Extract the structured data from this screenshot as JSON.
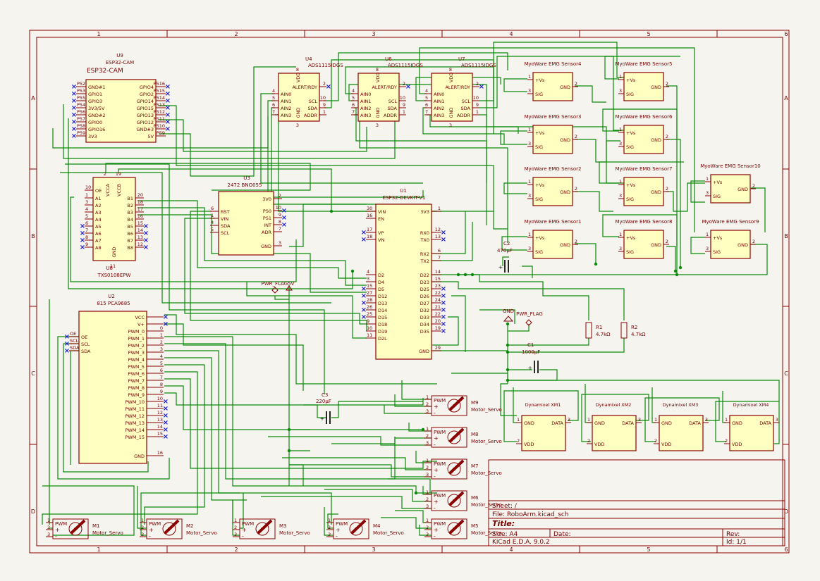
{
  "colors": {
    "frame": "#8b0000",
    "wire": "#0a8a0a",
    "body": "#ffffc2",
    "pin": "#8b0000",
    "nc": "#1a1ad0",
    "text": "#7a0000",
    "title_blue": "#0a0a8a"
  },
  "border": {
    "cols": [
      "1",
      "2",
      "3",
      "4",
      "5",
      "6"
    ],
    "rows": [
      "A",
      "B",
      "C",
      "D"
    ]
  },
  "u9": {
    "ref": "U9",
    "value": "ESP32-CAM",
    "title": "ESP32-CAM",
    "left_pins": [
      [
        "P52",
        "GND#1"
      ],
      [
        "P53",
        "GPIO1"
      ],
      [
        "P55",
        "GPIO3"
      ],
      [
        "P54",
        "3V3/5V"
      ],
      [
        "P56",
        "GND#2"
      ],
      [
        "P57",
        "GPIO0"
      ],
      [
        "P58",
        "GPIO16"
      ],
      [
        "P59",
        "3V3"
      ]
    ],
    "right_pins": [
      [
        "P516",
        "GPIO4"
      ],
      [
        "P515",
        "GPIO2"
      ],
      [
        "P514",
        "GPIO14"
      ],
      [
        "P513",
        "GPIO15"
      ],
      [
        "P512",
        "GPIO13"
      ],
      [
        "P511",
        "GPIO12"
      ],
      [
        "P510",
        "GND#3"
      ],
      [
        "P59",
        "5V"
      ]
    ]
  },
  "u8": {
    "ref": "U8",
    "value": "TXS0108EPW",
    "top_left": "VCCA",
    "top_right": "VCCB",
    "oe": "OE",
    "gnd": "GND",
    "a": [
      "A1",
      "A2",
      "A3",
      "A4",
      "A5",
      "A6",
      "A7",
      "A8"
    ],
    "b": [
      "B1",
      "B2",
      "B3",
      "B4",
      "B5",
      "B6",
      "B7",
      "B8"
    ],
    "pin_a": [
      "1",
      "3",
      "4",
      "5",
      "6",
      "7",
      "8",
      "9"
    ],
    "pin_b": [
      "20",
      "18",
      "17",
      "16",
      "15",
      "14",
      "13",
      "12"
    ],
    "pin_oe": "10",
    "pin_vcca": "2",
    "pin_vccb": "19",
    "pin_gnd": "11"
  },
  "u3": {
    "ref": "U3",
    "value": "2472 BNO055",
    "left": [
      [
        "6",
        "RST"
      ],
      [
        "1",
        "VIN"
      ],
      [
        "4",
        "SDA"
      ],
      [
        "5",
        "SCL"
      ]
    ],
    "right": [
      [
        "2",
        "3V0"
      ],
      [
        "10",
        "PS0"
      ],
      [
        "9",
        "PS1"
      ],
      [
        "8",
        "INT"
      ],
      [
        "7",
        "ADR"
      ],
      [
        "3",
        "GND"
      ]
    ]
  },
  "ads": [
    {
      "ref": "U4",
      "value": "ADS1115IDGS"
    },
    {
      "ref": "U6",
      "value": "ADS1115IDGS"
    },
    {
      "ref": "U7",
      "value": "ADS1115IDGS"
    }
  ],
  "ads_pins": {
    "left": [
      [
        "4",
        "AIN0"
      ],
      [
        "5",
        "AIN1"
      ],
      [
        "6",
        "AIN2"
      ],
      [
        "7",
        "AIN3"
      ]
    ],
    "right": [
      [
        "2",
        "ALERT/RDY"
      ],
      [
        "10",
        "SCL"
      ],
      [
        "9",
        "SDA"
      ],
      [
        "1",
        "ADDR"
      ]
    ],
    "vdd": "VDD",
    "gnd": "GND",
    "vdd_pin": "8",
    "gnd_pin": "3"
  },
  "u1": {
    "ref": "U1",
    "value": "ESP32-DEVKIT-V1",
    "left": [
      [
        "30",
        "VIN"
      ],
      [
        "16",
        "EN"
      ],
      [
        "17",
        "VP"
      ],
      [
        "18",
        "VN"
      ],
      [
        "4",
        "D2"
      ],
      [
        "3",
        "D4"
      ],
      [
        "15",
        "D5"
      ],
      [
        "27",
        "D12"
      ],
      [
        "28",
        "D13"
      ],
      [
        "26",
        "D14"
      ],
      [
        "25",
        "D15"
      ],
      [
        "9",
        "D18"
      ],
      [
        "10",
        "D19"
      ],
      [
        "11",
        "D2L"
      ]
    ],
    "right": [
      [
        "1",
        "3V3"
      ],
      [
        "12",
        "RX0"
      ],
      [
        "13",
        "TX0"
      ],
      [
        "6",
        "RX2"
      ],
      [
        "7",
        "TX2"
      ],
      [
        "14",
        "D22"
      ],
      [
        "15",
        "D23"
      ],
      [
        "23",
        "D25"
      ],
      [
        "22",
        "D26"
      ],
      [
        "24",
        "D27"
      ],
      [
        "21",
        "D32"
      ],
      [
        "22",
        "D33"
      ],
      [
        "20",
        "D34"
      ],
      [
        "19",
        "D35"
      ],
      [
        "29",
        "GND"
      ]
    ]
  },
  "u2": {
    "ref": "U2",
    "value": "815 PCA9685",
    "left": [
      [
        "OE",
        "OE"
      ],
      [
        "SCL",
        "SCL"
      ],
      [
        "SDA",
        "SDA"
      ]
    ],
    "right": [
      "VCC",
      "V+",
      "",
      "PWM_0",
      "PWM_1",
      "PWM_2",
      "PWM_3",
      "PWM_4",
      "PWM_5",
      "PWM_6",
      "PWM_7",
      "PWM_8",
      "PWM_9",
      "PWM_10",
      "PWM_11",
      "PWM_12",
      "PWM_13",
      "PWM_14",
      "PWM_15",
      "GND"
    ]
  },
  "emg": [
    {
      "label": "MyoWare EMG Sensor4"
    },
    {
      "label": "MyoWare EMG Sensor3"
    },
    {
      "label": "MyoWare EMG Sensor2"
    },
    {
      "label": "MyoWare EMG Sensor1"
    },
    {
      "label": "MyoWare EMG Sensor5"
    },
    {
      "label": "MyoWare EMG Sensor6"
    },
    {
      "label": "MyoWare EMG Sensor7"
    },
    {
      "label": "MyoWare EMG Sensor8"
    },
    {
      "label": "MyoWare EMG Sensor10"
    },
    {
      "label": "MyoWare EMG Sensor9"
    }
  ],
  "emg_pins": {
    "vs": "+Vs",
    "sig": "SIG",
    "gnd": "GND"
  },
  "servos": [
    {
      "ref": "M9",
      "value": "Motor_Servo"
    },
    {
      "ref": "M8",
      "value": "Motor_Servo"
    },
    {
      "ref": "M7",
      "value": "Motor_Servo"
    },
    {
      "ref": "M6",
      "value": "Motor_Servo"
    },
    {
      "ref": "M5",
      "value": "Motor_Servo"
    },
    {
      "ref": "M1",
      "value": "Motor_Servo"
    },
    {
      "ref": "M2",
      "value": "Motor_Servo"
    },
    {
      "ref": "M3",
      "value": "Motor_Servo"
    },
    {
      "ref": "M4",
      "value": "Motor_Servo"
    }
  ],
  "servo_pins": {
    "pwm": "PWM",
    "plus": "+",
    "minus": "-"
  },
  "dyn": [
    {
      "label": "Dynamixel XM1"
    },
    {
      "label": "Dynamixel XM2"
    },
    {
      "label": "Dynamixel XM3"
    },
    {
      "label": "Dynamixel XM4"
    }
  ],
  "dyn_pins": {
    "gnd": "GND",
    "data": "DATA",
    "vdd": "VDD"
  },
  "passives": {
    "c1": {
      "ref": "C1",
      "value": "1000µF"
    },
    "c2": {
      "ref": "C2",
      "value": "470µF"
    },
    "c3": {
      "ref": "C3",
      "value": "220µF"
    },
    "r1": {
      "ref": "R1",
      "value": "4.7kΩ"
    },
    "r2": {
      "ref": "R2",
      "value": "4.7kΩ"
    }
  },
  "flags": {
    "pwr5": "PWR_FLAG5V",
    "pwr": "PWR_FLAG",
    "gnd": "GND"
  },
  "title_block": {
    "sheet": "Sheet: /",
    "file": "File: RoboArm.kicad_sch",
    "title": "Title:",
    "size": "Size: A4",
    "date": "Date:",
    "rev": "Rev:",
    "kicad": "KiCad E.D.A. 9.0.2",
    "id": "Id: 1/1"
  }
}
